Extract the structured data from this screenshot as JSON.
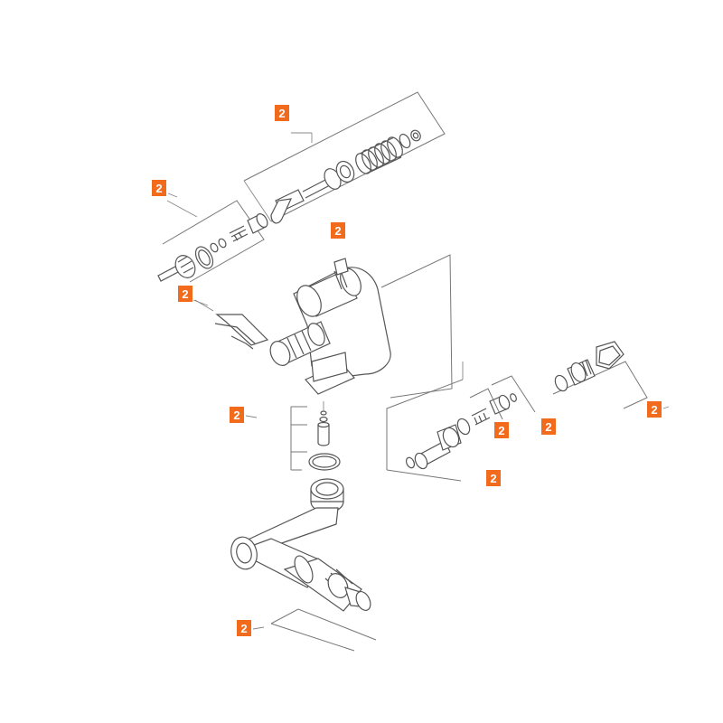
{
  "diagram": {
    "callout_label": "2",
    "callout_color": "#f26a1b",
    "callouts": [
      {
        "id": "top-valve-assembly",
        "label": "2"
      },
      {
        "id": "left-valve-assembly",
        "label": "2"
      },
      {
        "id": "retaining-clip",
        "label": "2"
      },
      {
        "id": "housing-top-fitting",
        "label": "2"
      },
      {
        "id": "valve-pin",
        "label": "2"
      },
      {
        "id": "check-valve-spring",
        "label": "2"
      },
      {
        "id": "check-valve-cap",
        "label": "2"
      },
      {
        "id": "check-valve-assembly",
        "label": "2"
      },
      {
        "id": "plug-with-seal",
        "label": "2"
      },
      {
        "id": "outlet-elbow",
        "label": "2"
      }
    ]
  }
}
